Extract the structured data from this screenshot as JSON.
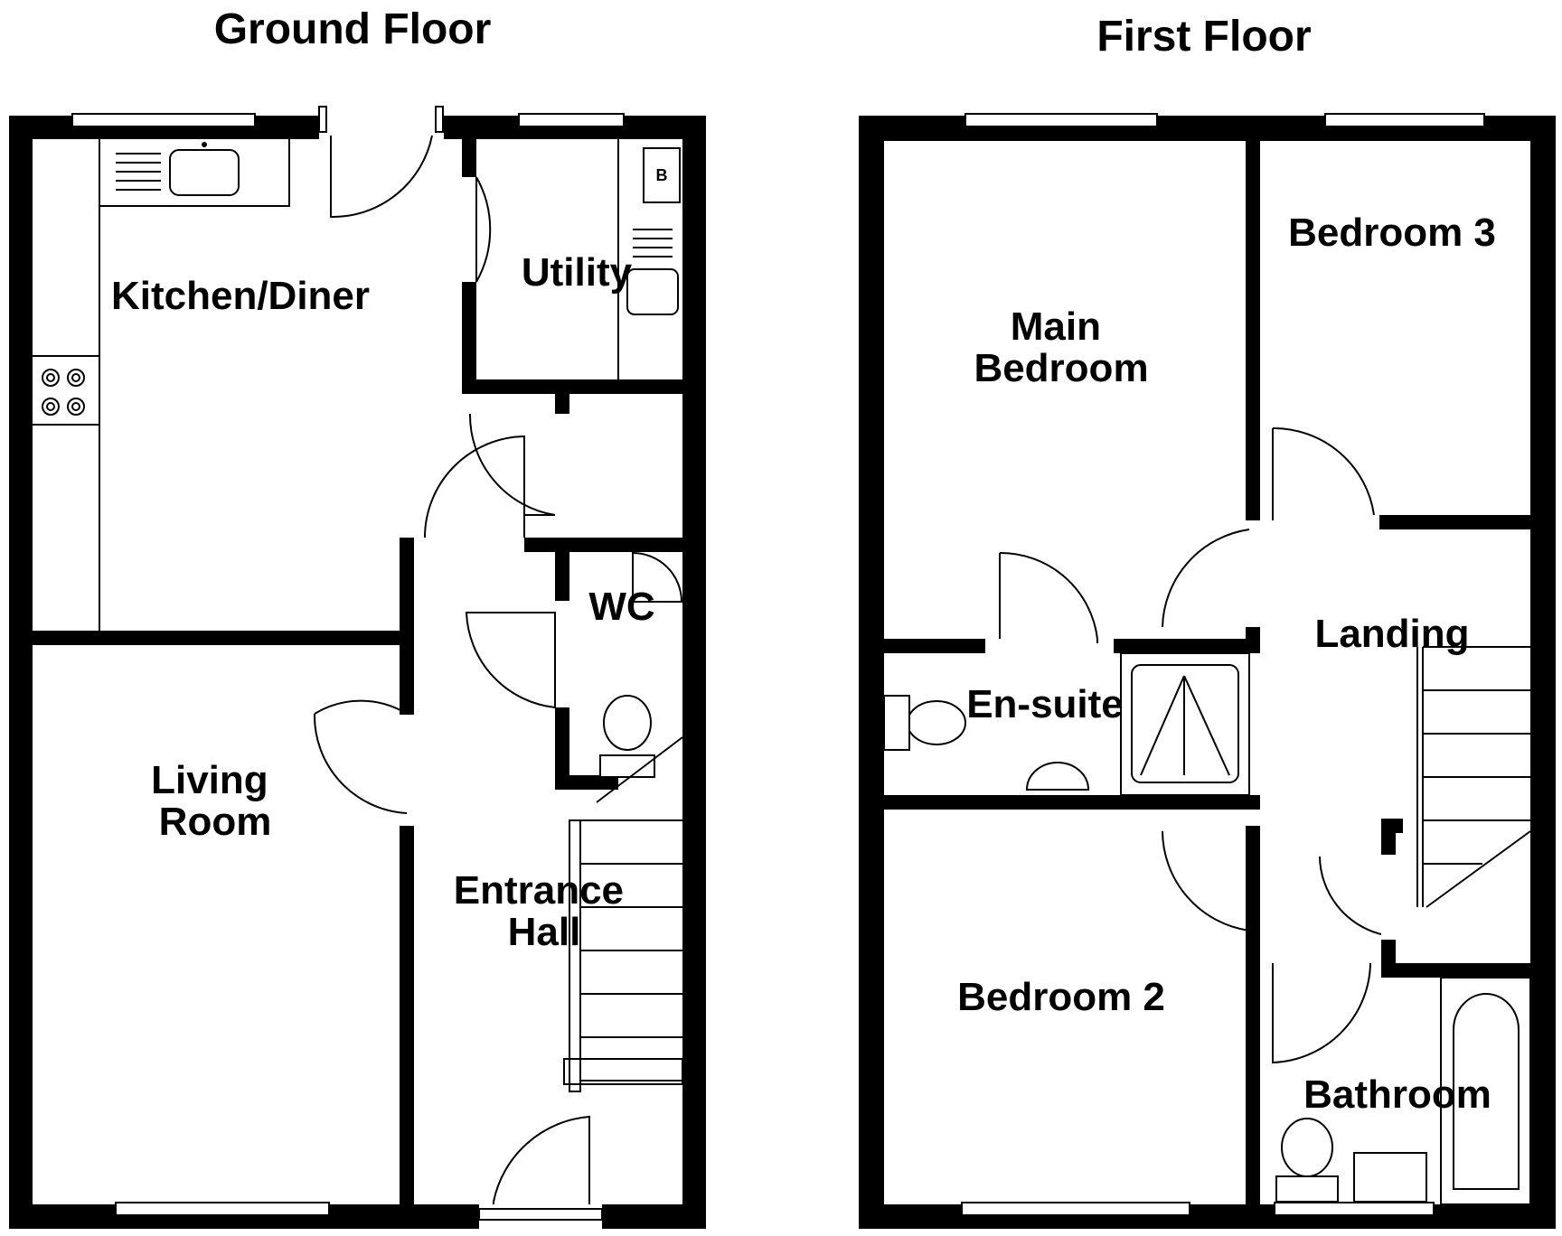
{
  "floors": [
    {
      "title": "Ground Floor",
      "rooms": [
        {
          "label_lines": [
            "Kitchen/Diner"
          ]
        },
        {
          "label_lines": [
            "Utility"
          ]
        },
        {
          "label_lines": [
            "WC"
          ]
        },
        {
          "label_lines": [
            "Living",
            "Room"
          ]
        },
        {
          "label_lines": [
            "Entrance",
            "Hall"
          ]
        }
      ],
      "fixtures": {
        "boiler_label": "B"
      }
    },
    {
      "title": "First Floor",
      "rooms": [
        {
          "label_lines": [
            "Main",
            "Bedroom"
          ]
        },
        {
          "label_lines": [
            "Bedroom 3"
          ]
        },
        {
          "label_lines": [
            "Landing"
          ]
        },
        {
          "label_lines": [
            "En-suite"
          ]
        },
        {
          "label_lines": [
            "Bedroom 2"
          ]
        },
        {
          "label_lines": [
            "Bathroom"
          ]
        }
      ]
    }
  ],
  "colors": {
    "wall": "#000000",
    "background": "#ffffff"
  }
}
